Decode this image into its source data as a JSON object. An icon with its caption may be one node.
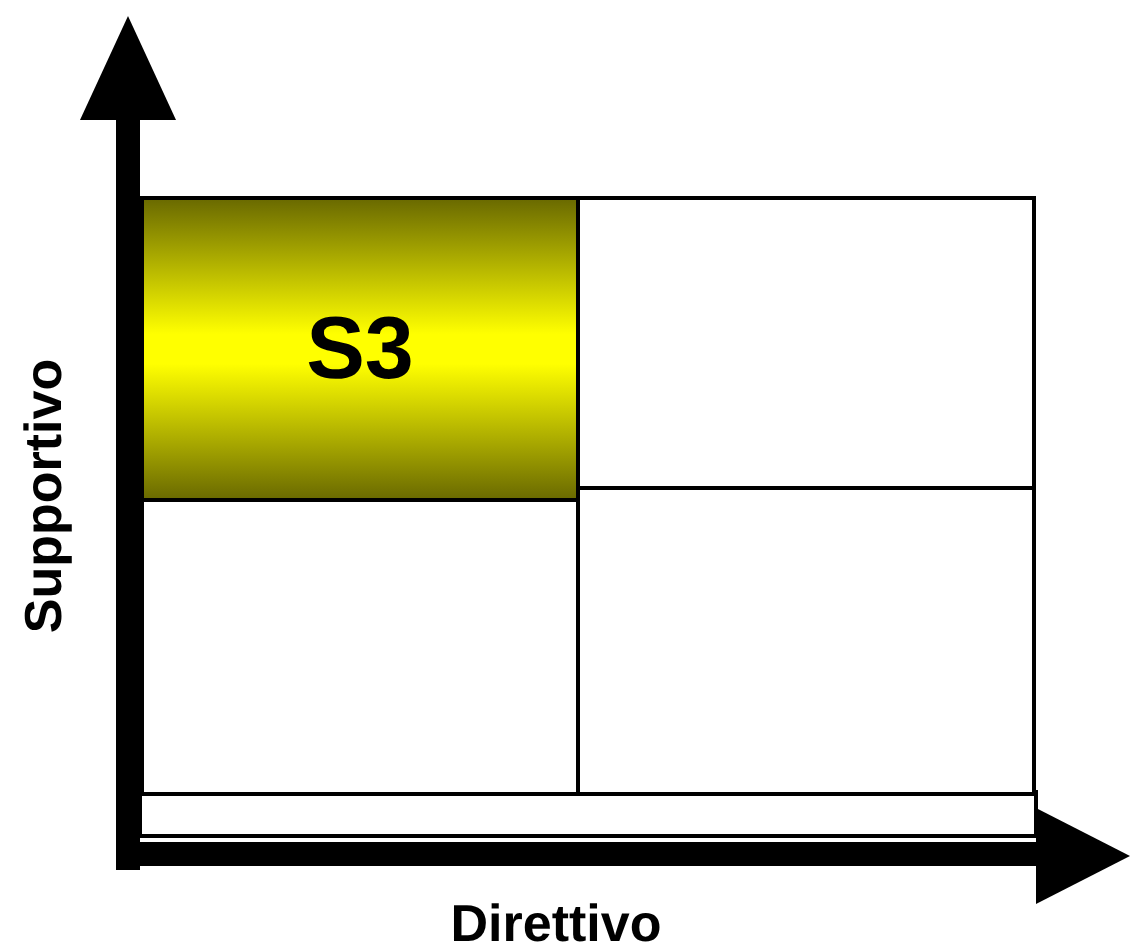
{
  "diagram": {
    "nodes": [
      {
        "text": [
          "S3"
        ]
      },
      {
        "text": [],
        "shape": "box"
      },
      {
        "text": [],
        "shape": "box"
      },
      {
        "text": [],
        "shape": "box"
      }
    ],
    "labels": [
      "Supportivo",
      "Direttivo"
    ]
  }
}
